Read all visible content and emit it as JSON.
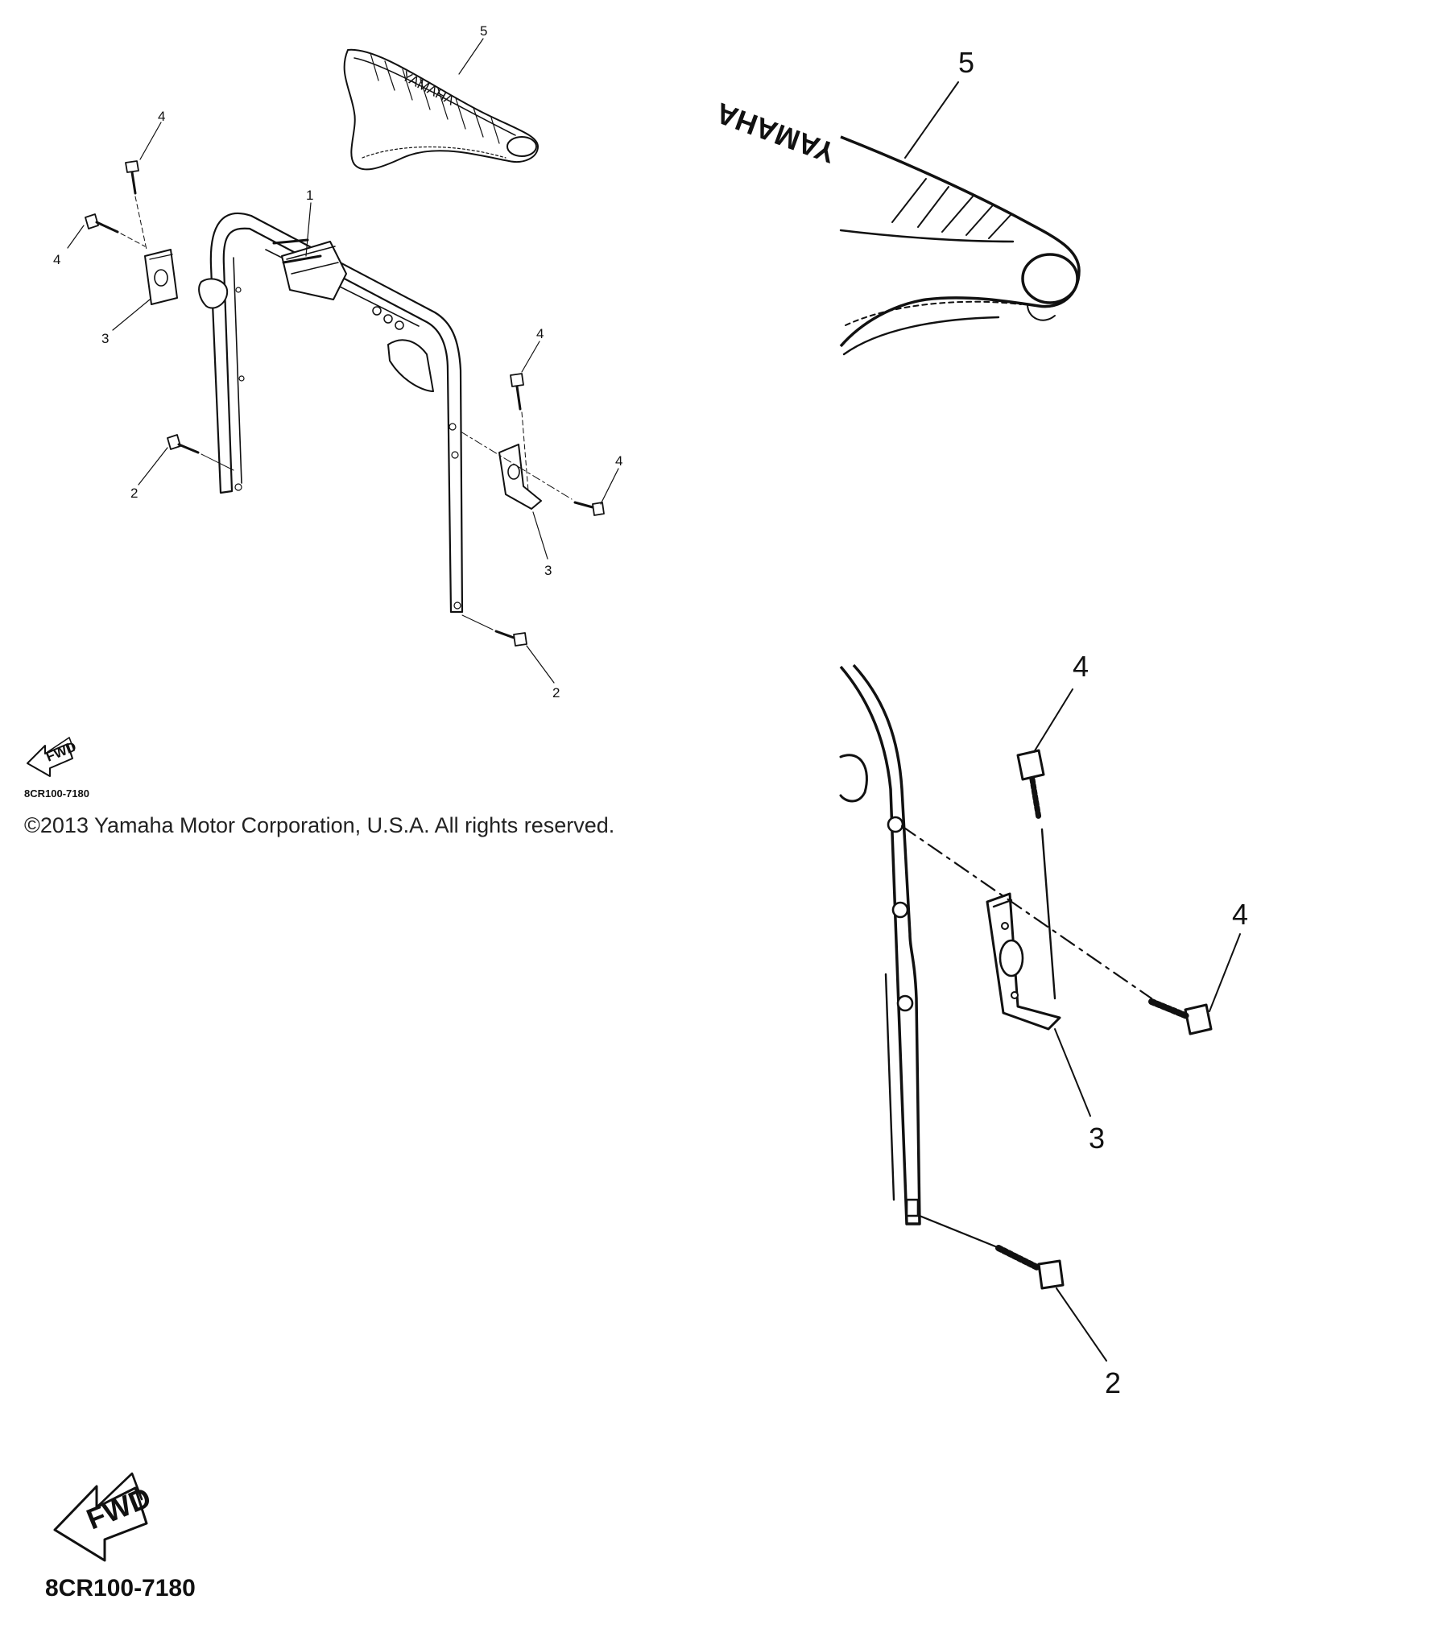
{
  "diagram": {
    "callouts": {
      "part_1": "1",
      "part_2": "2",
      "part_3": "3",
      "part_4": "4",
      "part_5": "5"
    },
    "seat_logo": "YAMAHA",
    "fwd_label": "FWD",
    "figure_code": "8CR100-7180"
  },
  "footer": {
    "copyright": "©2013 Yamaha Motor Corporation, U.S.A. All rights reserved."
  }
}
